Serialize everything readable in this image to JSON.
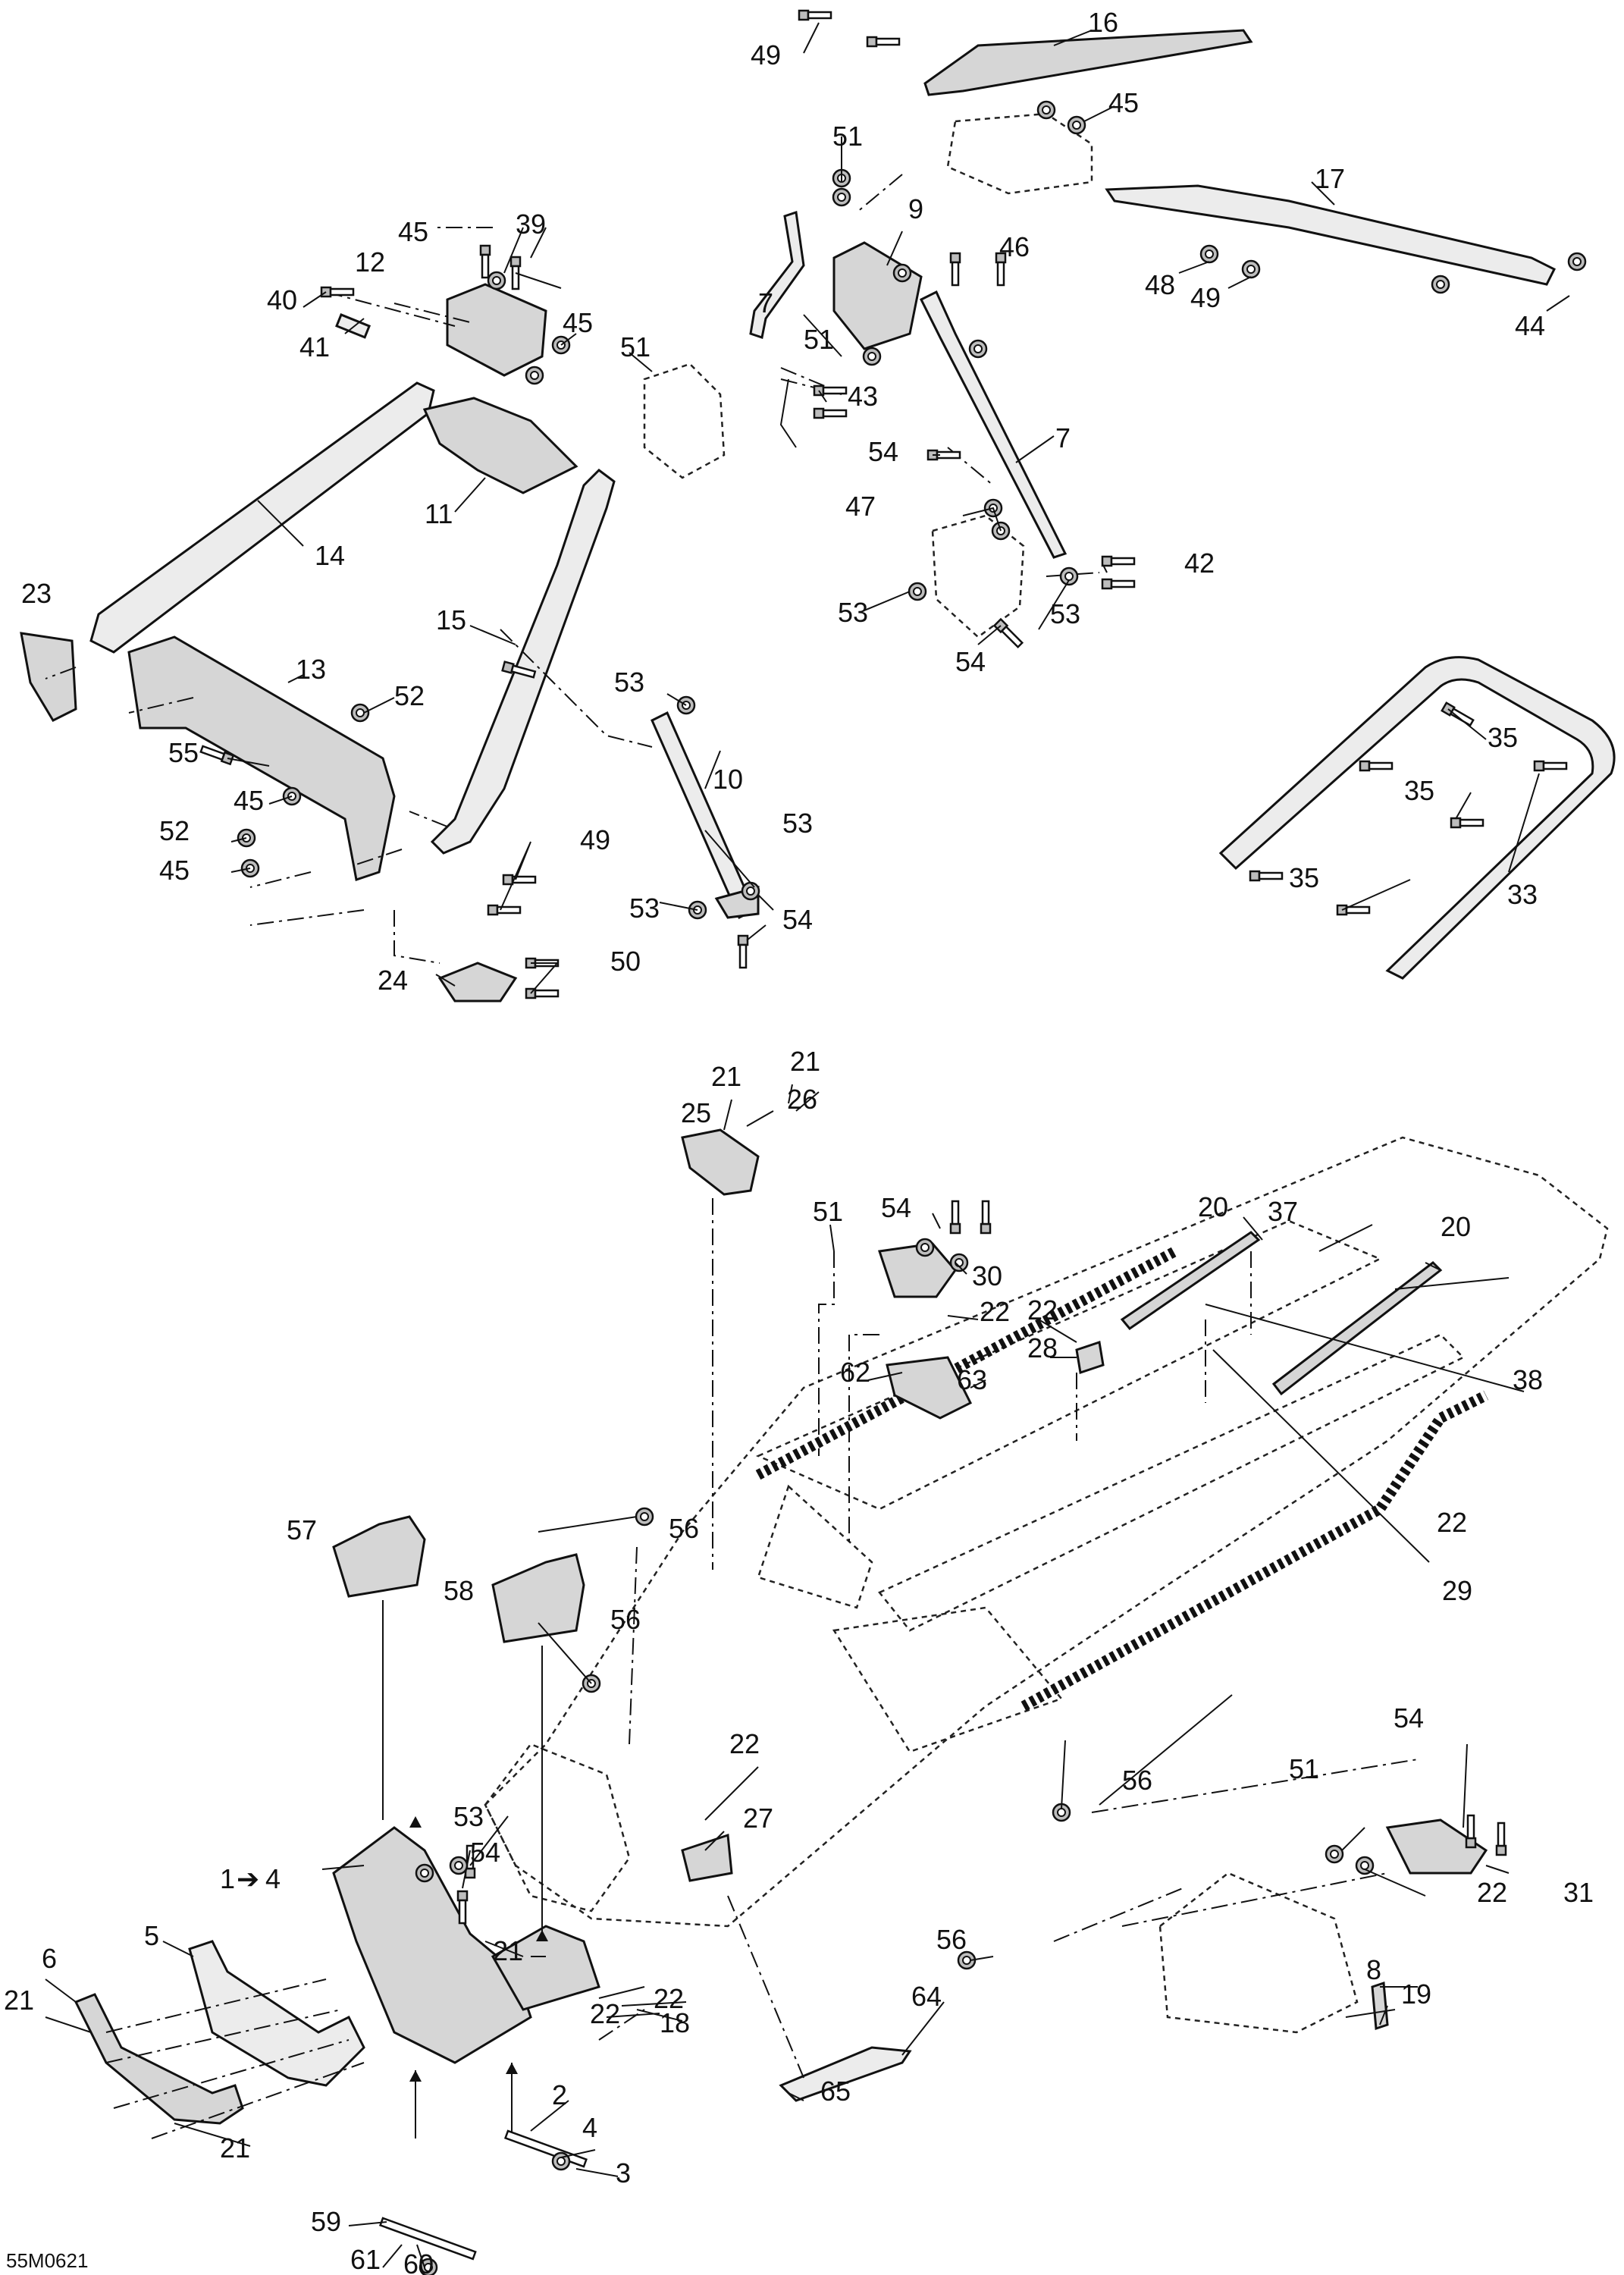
{
  "figure_code": "55M0621",
  "callouts": [
    "1",
    "2",
    "3",
    "4",
    "5",
    "6",
    "7",
    "8",
    "9",
    "10",
    "11",
    "12",
    "13",
    "14",
    "15",
    "16",
    "17",
    "18",
    "19",
    "20",
    "21",
    "22",
    "23",
    "24",
    "25",
    "26",
    "27",
    "28",
    "29",
    "30",
    "31",
    "33",
    "35",
    "37",
    "38",
    "39",
    "40",
    "41",
    "42",
    "43",
    "44",
    "45",
    "46",
    "47",
    "48",
    "49",
    "50",
    "51",
    "52",
    "53",
    "54",
    "55",
    "56",
    "57",
    "58",
    "59",
    "60",
    "61",
    "62",
    "63",
    "64",
    "65"
  ],
  "arrow_callout": {
    "from": "1",
    "arrow": "➔",
    "to": "4"
  },
  "icons": [
    "bolt-icon",
    "nut-icon",
    "arrow-icon"
  ]
}
